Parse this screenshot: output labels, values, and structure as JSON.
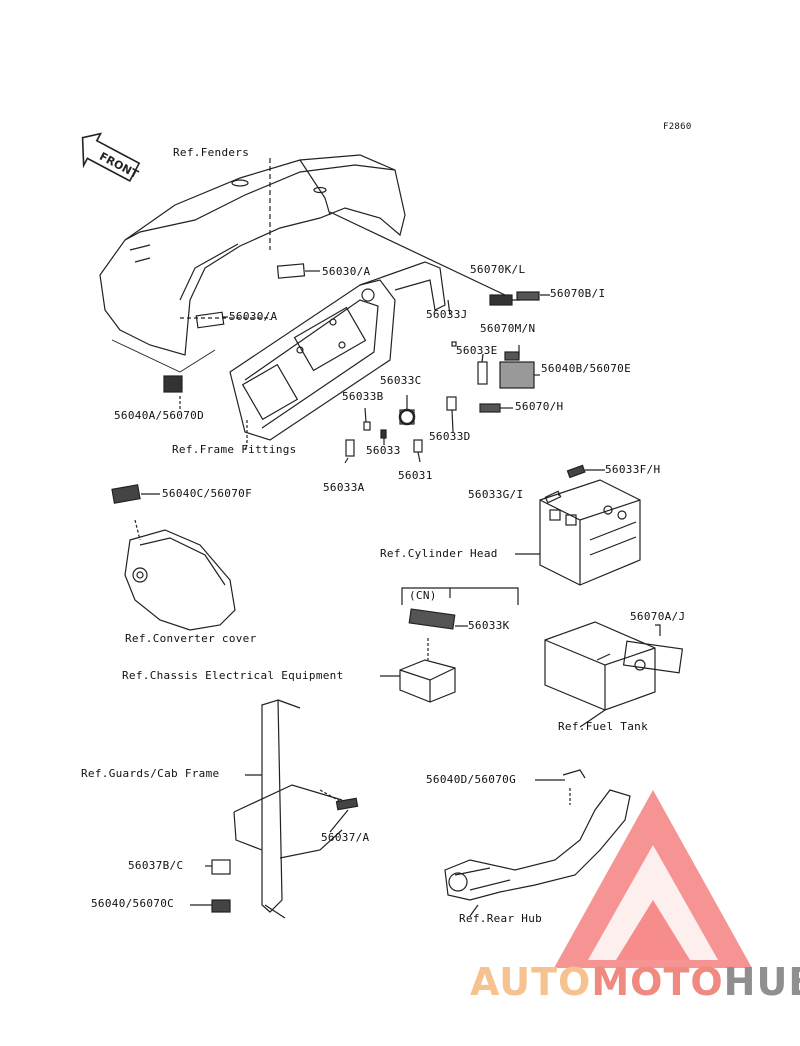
{
  "figure_code": "F2860",
  "front_tag": "FRONT",
  "labels": {
    "ref_fenders": "Ref.Fenders",
    "p56030a_1": "56030/A",
    "p56030a_2": "56030/A",
    "p56070kl": "56070K/L",
    "p56070bi": "56070B/I",
    "p56033j": "56033J",
    "p56070mn": "56070M/N",
    "p56033e": "56033E",
    "p56040b_56070e": "56040B/56070E",
    "p56033c": "56033C",
    "p56033b": "56033B",
    "p56070h": "56070/H",
    "p56040a_56070d": "56040A/56070D",
    "p56033d": "56033D",
    "p56033": "56033",
    "ref_frame_fittings": "Ref.Frame Fittings",
    "p56031": "56031",
    "p56033a": "56033A",
    "p56033fh": "56033F/H",
    "p56040c_56070f": "56040C/56070F",
    "p56033gi": "56033G/I",
    "ref_cylinder_head": "Ref.Cylinder Head",
    "cn": "(CN)",
    "p56033k": "56033K",
    "p56070aj": "56070A/J",
    "ref_converter_cover": "Ref.Converter cover",
    "ref_chassis_electrical": "Ref.Chassis Electrical Equipment",
    "ref_fuel_tank": "Ref.Fuel Tank",
    "ref_guards_cab_frame": "Ref.Guards/Cab Frame",
    "p56040d_56070g": "56040D/56070G",
    "p56037a": "56037/A",
    "p56037bc": "56037B/C",
    "p56040_56070c": "56040/56070C",
    "ref_rear_hub": "Ref.Rear Hub"
  },
  "watermark": {
    "part1": "AUTO",
    "part2": "MOTO",
    "part3": "HUB",
    "colors": {
      "triangle": "#ee3b3b",
      "auto": "#f6c290",
      "moto": "#f08a80",
      "hub": "#8f8f8f"
    }
  }
}
